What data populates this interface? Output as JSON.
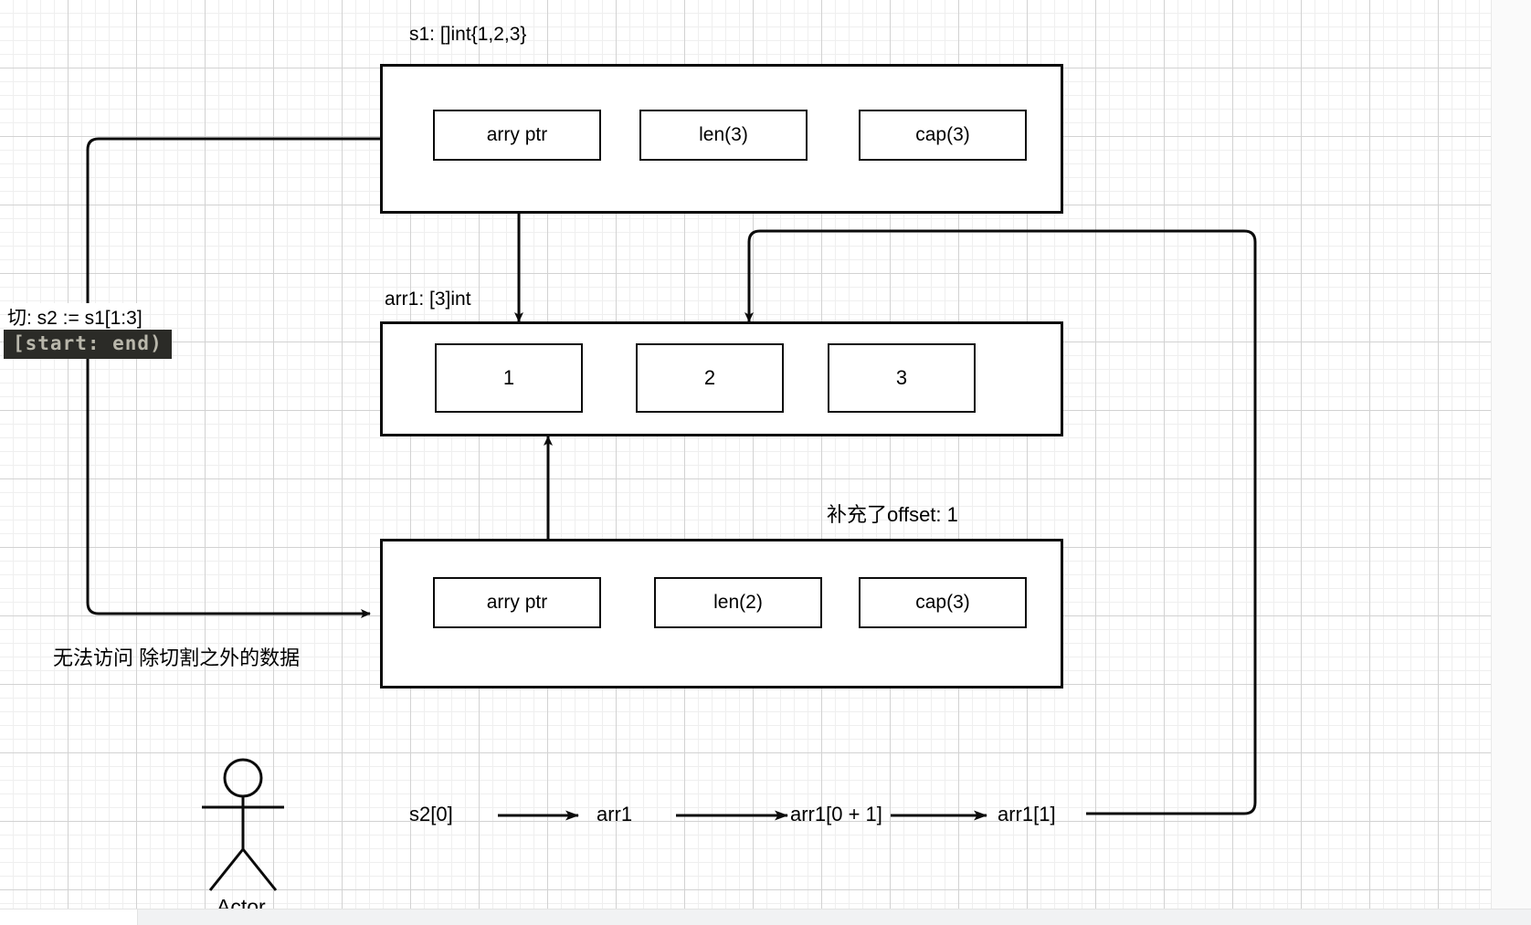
{
  "diagram": {
    "title_s1": "s1: []int{1,2,3}",
    "title_arr1": "arr1: [3]int",
    "note_offset": "补充了offset: 1",
    "note_no_access": "无法访问 除切割之外的数据",
    "slice_expr": "切:  s2 := s1[1:3]",
    "slice_range_code": "[start: end)",
    "colors": {
      "stroke": "#0b0b0b",
      "canvas": "#ffffff",
      "grid_minor": "#efefef",
      "grid_major": "#d2d2d2",
      "highlight_bg": "#2b2b27",
      "highlight_fg": "#b9b7ab"
    }
  },
  "s1_struct": {
    "label": "s1: []int{1,2,3}",
    "fields": [
      {
        "name": "arry-ptr",
        "label": "arry ptr"
      },
      {
        "name": "len",
        "label": "len(3)"
      },
      {
        "name": "cap",
        "label": "cap(3)"
      }
    ]
  },
  "arr1_array": {
    "label": "arr1: [3]int",
    "cells": [
      {
        "index": 0,
        "value": "1"
      },
      {
        "index": 1,
        "value": "2"
      },
      {
        "index": 2,
        "value": "3"
      }
    ]
  },
  "s2_struct": {
    "label": "补充了offset: 1",
    "fields": [
      {
        "name": "arry-ptr",
        "label": "arry ptr"
      },
      {
        "name": "len",
        "label": "len(2)"
      },
      {
        "name": "cap",
        "label": "cap(3)"
      }
    ]
  },
  "flow": {
    "steps": [
      {
        "label": "s2[0]"
      },
      {
        "label": "arr1"
      },
      {
        "label": "arr1[0 + 1]"
      },
      {
        "label": "arr1[1]"
      }
    ]
  },
  "actor": {
    "label": "Actor",
    "icon": "actor-stick-figure-icon"
  }
}
